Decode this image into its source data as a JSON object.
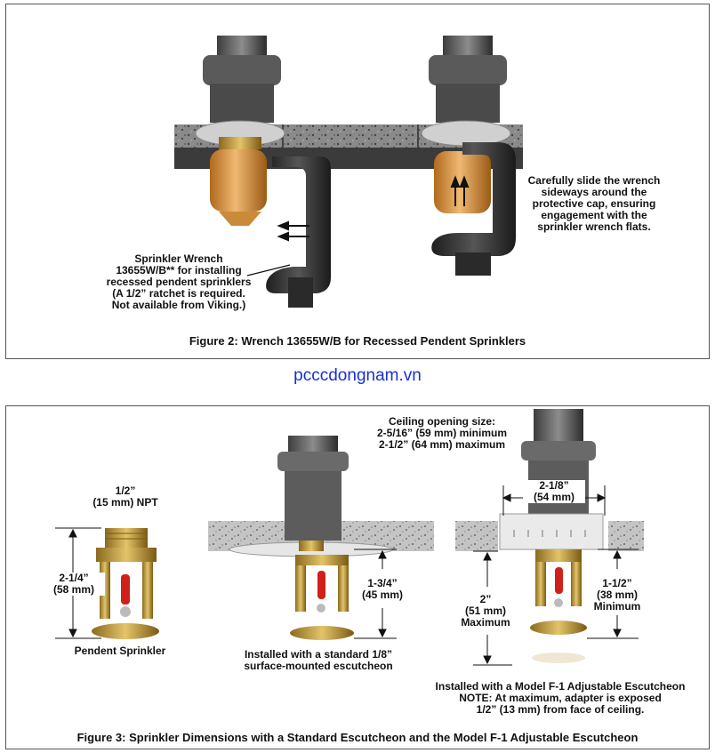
{
  "figure2": {
    "caption": "Figure 2:  Wrench 13655W/B for Recessed Pendent Sprinklers",
    "wrench_label": [
      "Sprinkler Wrench",
      "13655W/B** for installing",
      "recessed pendent sprinklers",
      "(A 1/2” ratchet is required.",
      "Not available from Viking.)"
    ],
    "slide_label": [
      "Carefully slide the wrench",
      "sideways around the",
      "protective cap, ensuring",
      "engagement with the",
      "sprinkler wrench flats."
    ]
  },
  "website": "pcccdongnam.vn",
  "figure3": {
    "caption": "Figure 3:  Sprinkler Dimensions with a Standard Escutcheon and the Model F-1 Adjustable Escutcheon",
    "npt_label": [
      "1/2”",
      "(15 mm) NPT"
    ],
    "height_label": [
      "2-1/4”",
      "(58 mm)"
    ],
    "pendent_label": "Pendent Sprinkler",
    "ceiling_label": [
      "Ceiling opening size:",
      "2-5/16” (59 mm) minimum",
      "2-1/2” (64 mm) maximum"
    ],
    "depth_label": [
      "1-3/4”",
      "(45 mm)"
    ],
    "standard_label": [
      "Installed with a standard 1/8”",
      "surface-mounted escutcheon"
    ],
    "opening_label": [
      "2-1/8”",
      "(54 mm)"
    ],
    "max_label": [
      "2”",
      "(51 mm)",
      "Maximum"
    ],
    "min_label": [
      "1-1/2”",
      "(38 mm)",
      "Minimum"
    ],
    "f1_label": [
      "Installed with a Model F-1 Adjustable Escutcheon",
      "NOTE: At maximum, adapter is exposed",
      "1/2” (13 mm) from face of ceiling."
    ]
  }
}
